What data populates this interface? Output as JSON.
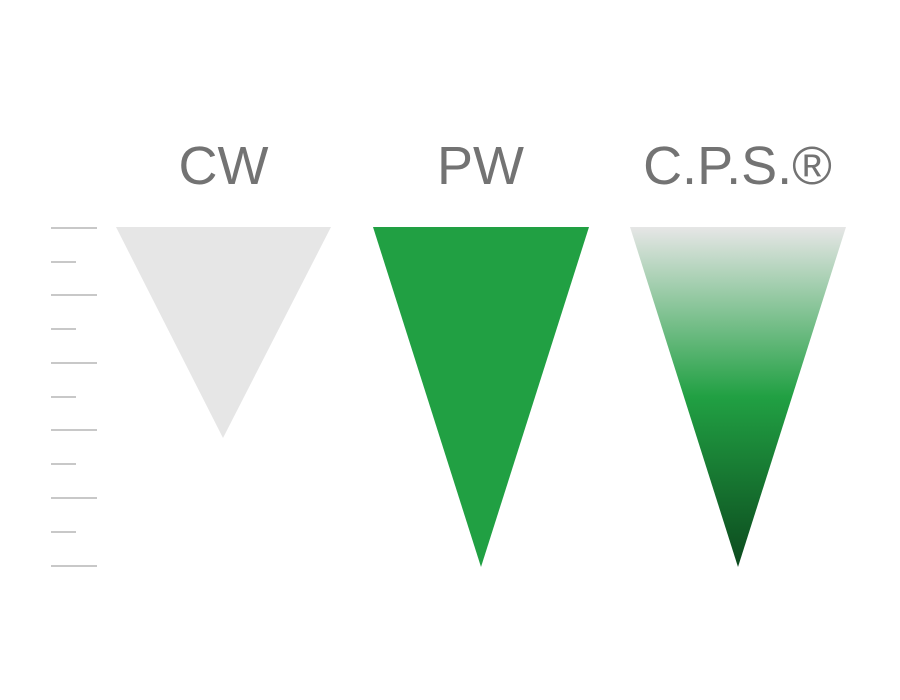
{
  "columns": [
    {
      "label": "CW",
      "fill": "#e6e6e6",
      "style": "solid"
    },
    {
      "label": "PW",
      "fill": "#21a043",
      "style": "solid"
    },
    {
      "label": "C.P.S.®",
      "style": "gradient",
      "gradient": [
        "#e6e6e6",
        "#21a043",
        "#0c4a1e"
      ]
    }
  ],
  "scale": {
    "tick_color": "#c8c8c8"
  }
}
